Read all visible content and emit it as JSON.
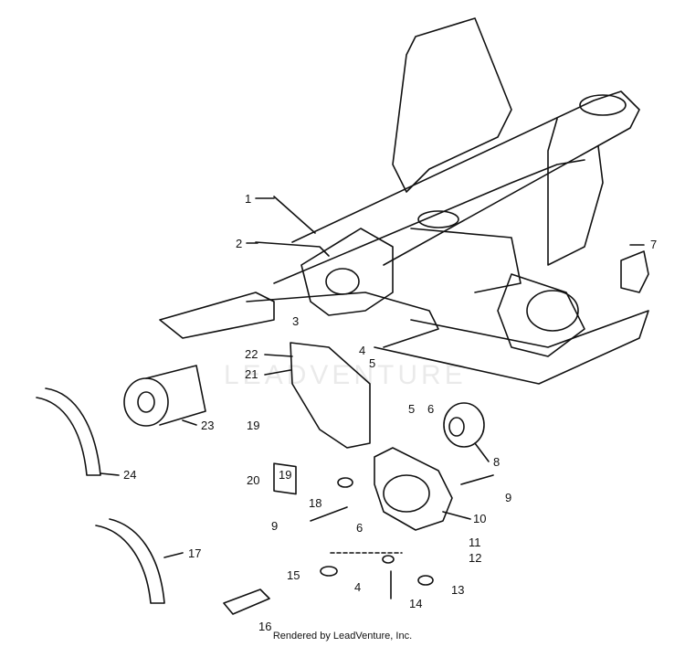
{
  "footer": "Rendered by LeadVenture, Inc.",
  "watermark": "LEADVENTURE",
  "callouts": [
    "1",
    "2",
    "3",
    "4",
    "5",
    "21",
    "22",
    "23",
    "24",
    "19",
    "20",
    "5",
    "6",
    "8",
    "9",
    "18",
    "9",
    "10",
    "6",
    "11",
    "12",
    "4",
    "13",
    "14",
    "15",
    "16",
    "17",
    "7",
    "19"
  ]
}
